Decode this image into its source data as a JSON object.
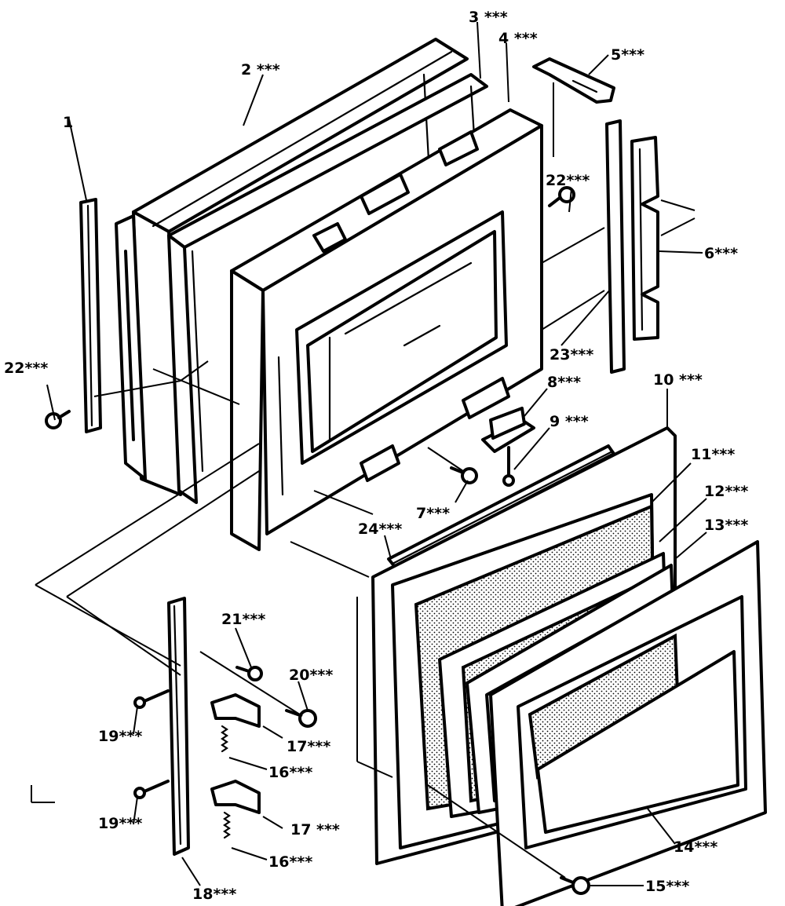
{
  "labels": {
    "p1": "1",
    "p2": "2 ***",
    "p3": "3 ***",
    "p4": "4 ***",
    "p5": "5***",
    "p6": "6***",
    "p7": "7***",
    "p8": "8***",
    "p9": "9 ***",
    "p10": "10 ***",
    "p11": "11***",
    "p12": "12***",
    "p13": "13***",
    "p14": "14***",
    "p15": "15***",
    "p16a": "16***",
    "p16b": "16***",
    "p17a": "17***",
    "p17b": "17 ***",
    "p18": "18***",
    "p19a": "19***",
    "p19b": "19***",
    "p20": "20***",
    "p21": "21***",
    "p22a": "22***",
    "p22b": "22***",
    "p23": "23***",
    "p24": "24***"
  }
}
